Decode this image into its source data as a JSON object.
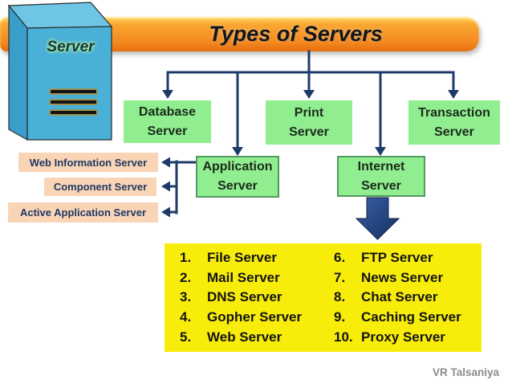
{
  "title": "Types of Servers",
  "credit": "VR Talsaniya",
  "server_graphic": {
    "label": "Server"
  },
  "main_servers": {
    "database": {
      "line1": "Database",
      "line2": "Server"
    },
    "print": {
      "line1": "Print",
      "line2": "Server"
    },
    "transaction": {
      "line1": "Transaction",
      "line2": "Server"
    },
    "application": {
      "line1": "Application",
      "line2": "Server"
    },
    "internet": {
      "line1": "Internet",
      "line2": "Server"
    }
  },
  "application_sub_servers": [
    {
      "label": "Web Information Server"
    },
    {
      "label": "Component Server"
    },
    {
      "label": "Active Application Server"
    }
  ],
  "internet_sub_servers": {
    "left": [
      {
        "num": "1.",
        "label": "File Server"
      },
      {
        "num": "2.",
        "label": "Mail Server"
      },
      {
        "num": "3.",
        "label": "DNS Server"
      },
      {
        "num": "4.",
        "label": "Gopher Server"
      },
      {
        "num": "5.",
        "label": "Web Server"
      }
    ],
    "right": [
      {
        "num": "6.",
        "label": "FTP Server"
      },
      {
        "num": "7.",
        "label": "News Server"
      },
      {
        "num": "8.",
        "label": "Chat Server"
      },
      {
        "num": "9.",
        "label": "Caching Server"
      },
      {
        "num": "10.",
        "label": "Proxy Server"
      }
    ]
  },
  "colors": {
    "banner_orange": "#F58A20",
    "green_box": "#90EE90",
    "peach_box": "#FAD5B5",
    "yellow_panel": "#F8EC0A",
    "connector_navy": "#1E3A68",
    "server_cyan": "#49B0D8"
  }
}
